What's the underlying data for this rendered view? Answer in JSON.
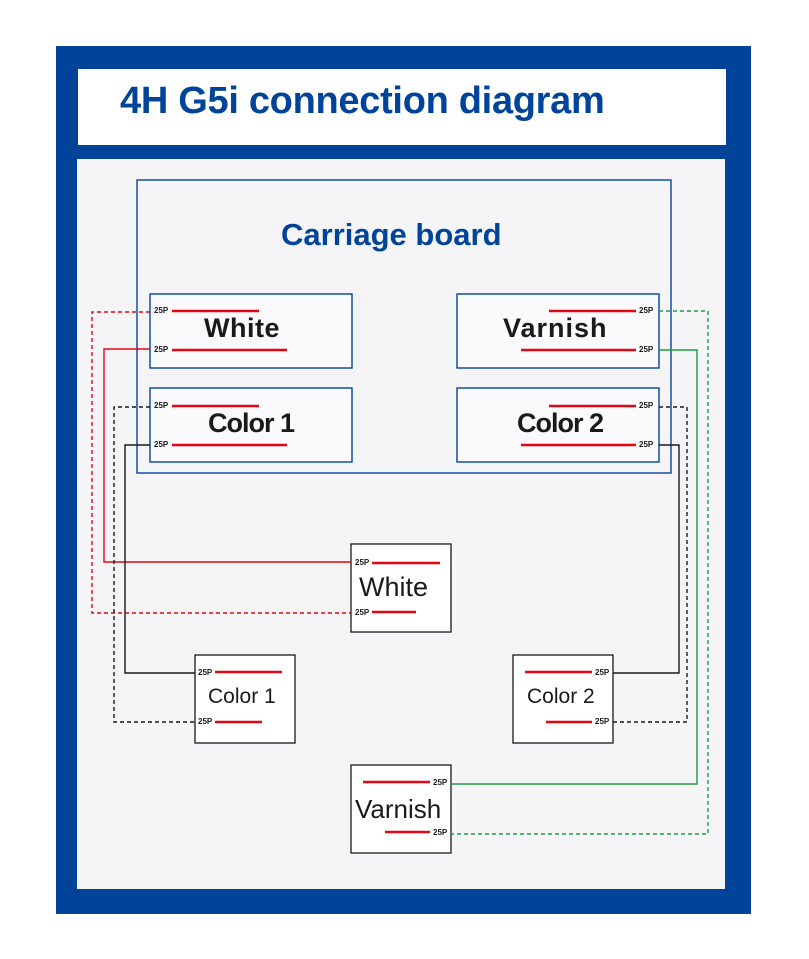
{
  "title": "4H G5i connection diagram",
  "carriage": {
    "title": "Carriage board",
    "slots": [
      {
        "name": "White",
        "ports": [
          "25P",
          "25P"
        ]
      },
      {
        "name": "Varnish",
        "ports": [
          "25P",
          "25P"
        ]
      },
      {
        "name": "Color 1",
        "ports": [
          "25P",
          "25P"
        ]
      },
      {
        "name": "Color 2",
        "ports": [
          "25P",
          "25P"
        ]
      }
    ]
  },
  "heads": [
    {
      "name": "White",
      "ports": [
        "25P",
        "25P"
      ]
    },
    {
      "name": "Color 1",
      "ports": [
        "25P",
        "25P"
      ]
    },
    {
      "name": "Color 2",
      "ports": [
        "25P",
        "25P"
      ]
    },
    {
      "name": "Varnish",
      "ports": [
        "25P",
        "25P"
      ]
    }
  ],
  "colors": {
    "frame": "#00449a",
    "connector": "#e30613",
    "white_line": "#e30613",
    "color_line": "#1a1a1a",
    "varnish_line": "#1f9b45"
  }
}
